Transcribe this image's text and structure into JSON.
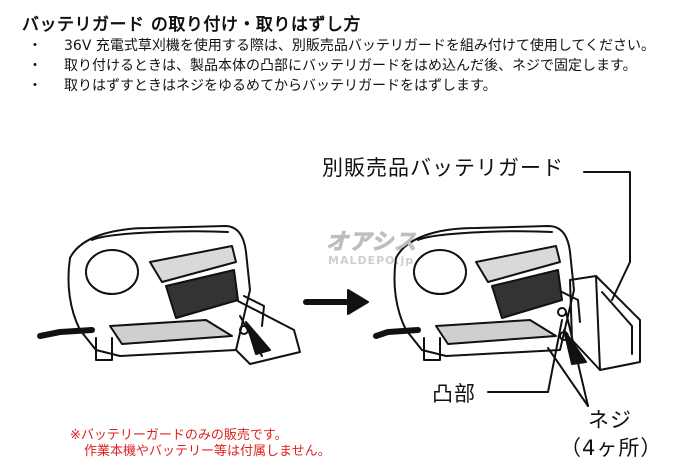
{
  "title": "バッテリガード の取り付け・取りはずし方",
  "bullet_marker": "・",
  "bullets": [
    "36V 充電式草刈機を使用する際は、別販売品バッテリガードを組み付けて使用してください。",
    "取り付けるときは、製品本体の凸部にバッテリガードをはめ込んだ後、ネジで固定します。",
    "取りはずすときはネジをゆるめてからバッテリガードをはずします。"
  ],
  "callouts": {
    "battery_guard": "別販売品バッテリガード",
    "protrusion": "凸部",
    "screw": "ネジ",
    "screw_count": "（4ヶ所）"
  },
  "logo": {
    "brand": "オアシス",
    "site": "MALDEPO.jp"
  },
  "note": {
    "line1": "※バッテリーガードのみの販売です。",
    "line2": "作業本機やバッテリー等は付属しません。",
    "color": "#e02020"
  }
}
